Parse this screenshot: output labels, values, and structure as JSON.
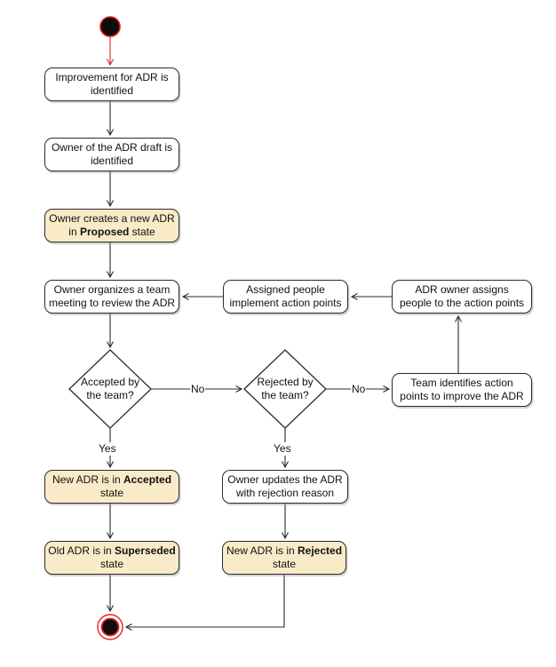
{
  "nodes": {
    "improvement": {
      "line1": "Improvement for ADR is",
      "line2": "identified"
    },
    "owner_identified": {
      "line1": "Owner of the ADR draft is",
      "line2": "identified"
    },
    "create_proposed": {
      "line1": "Owner creates a new ADR",
      "line2_pre": "in ",
      "line2_bold": "Proposed",
      "line2_post": " state"
    },
    "team_meeting": {
      "line1": "Owner organizes a team",
      "line2": "meeting to review the ADR"
    },
    "assigned_implement": {
      "line1": "Assigned people",
      "line2": "implement action points"
    },
    "owner_assigns": {
      "line1": "ADR owner assigns",
      "line2": "people to the action points"
    },
    "team_identifies": {
      "line1": "Team identifies action",
      "line2": "points to improve the ADR"
    },
    "accepted_state": {
      "line1_pre": "New ADR is in ",
      "line1_bold": "Accepted",
      "line2": "state"
    },
    "owner_updates": {
      "line1": "Owner updates the ADR",
      "line2": "with rejection reason"
    },
    "superseded_state": {
      "line1_pre": "Old ADR is in ",
      "line1_bold": "Superseded",
      "line2": "state"
    },
    "rejected_state": {
      "line1_pre": "New ADR is in ",
      "line1_bold": "Rejected",
      "line2": "state"
    }
  },
  "decisions": {
    "accepted": {
      "line1": "Accepted by",
      "line2": "the team?"
    },
    "rejected": {
      "line1": "Rejected by",
      "line2": "the team?"
    }
  },
  "edge_labels": {
    "accepted_yes": "Yes",
    "accepted_no": "No",
    "rejected_yes": "Yes",
    "rejected_no": "No"
  },
  "colors": {
    "state_fill": "#FAEBC8",
    "action_fill": "#FFFFFF",
    "line": "#2b2b2b",
    "accent_red": "#E02020"
  }
}
